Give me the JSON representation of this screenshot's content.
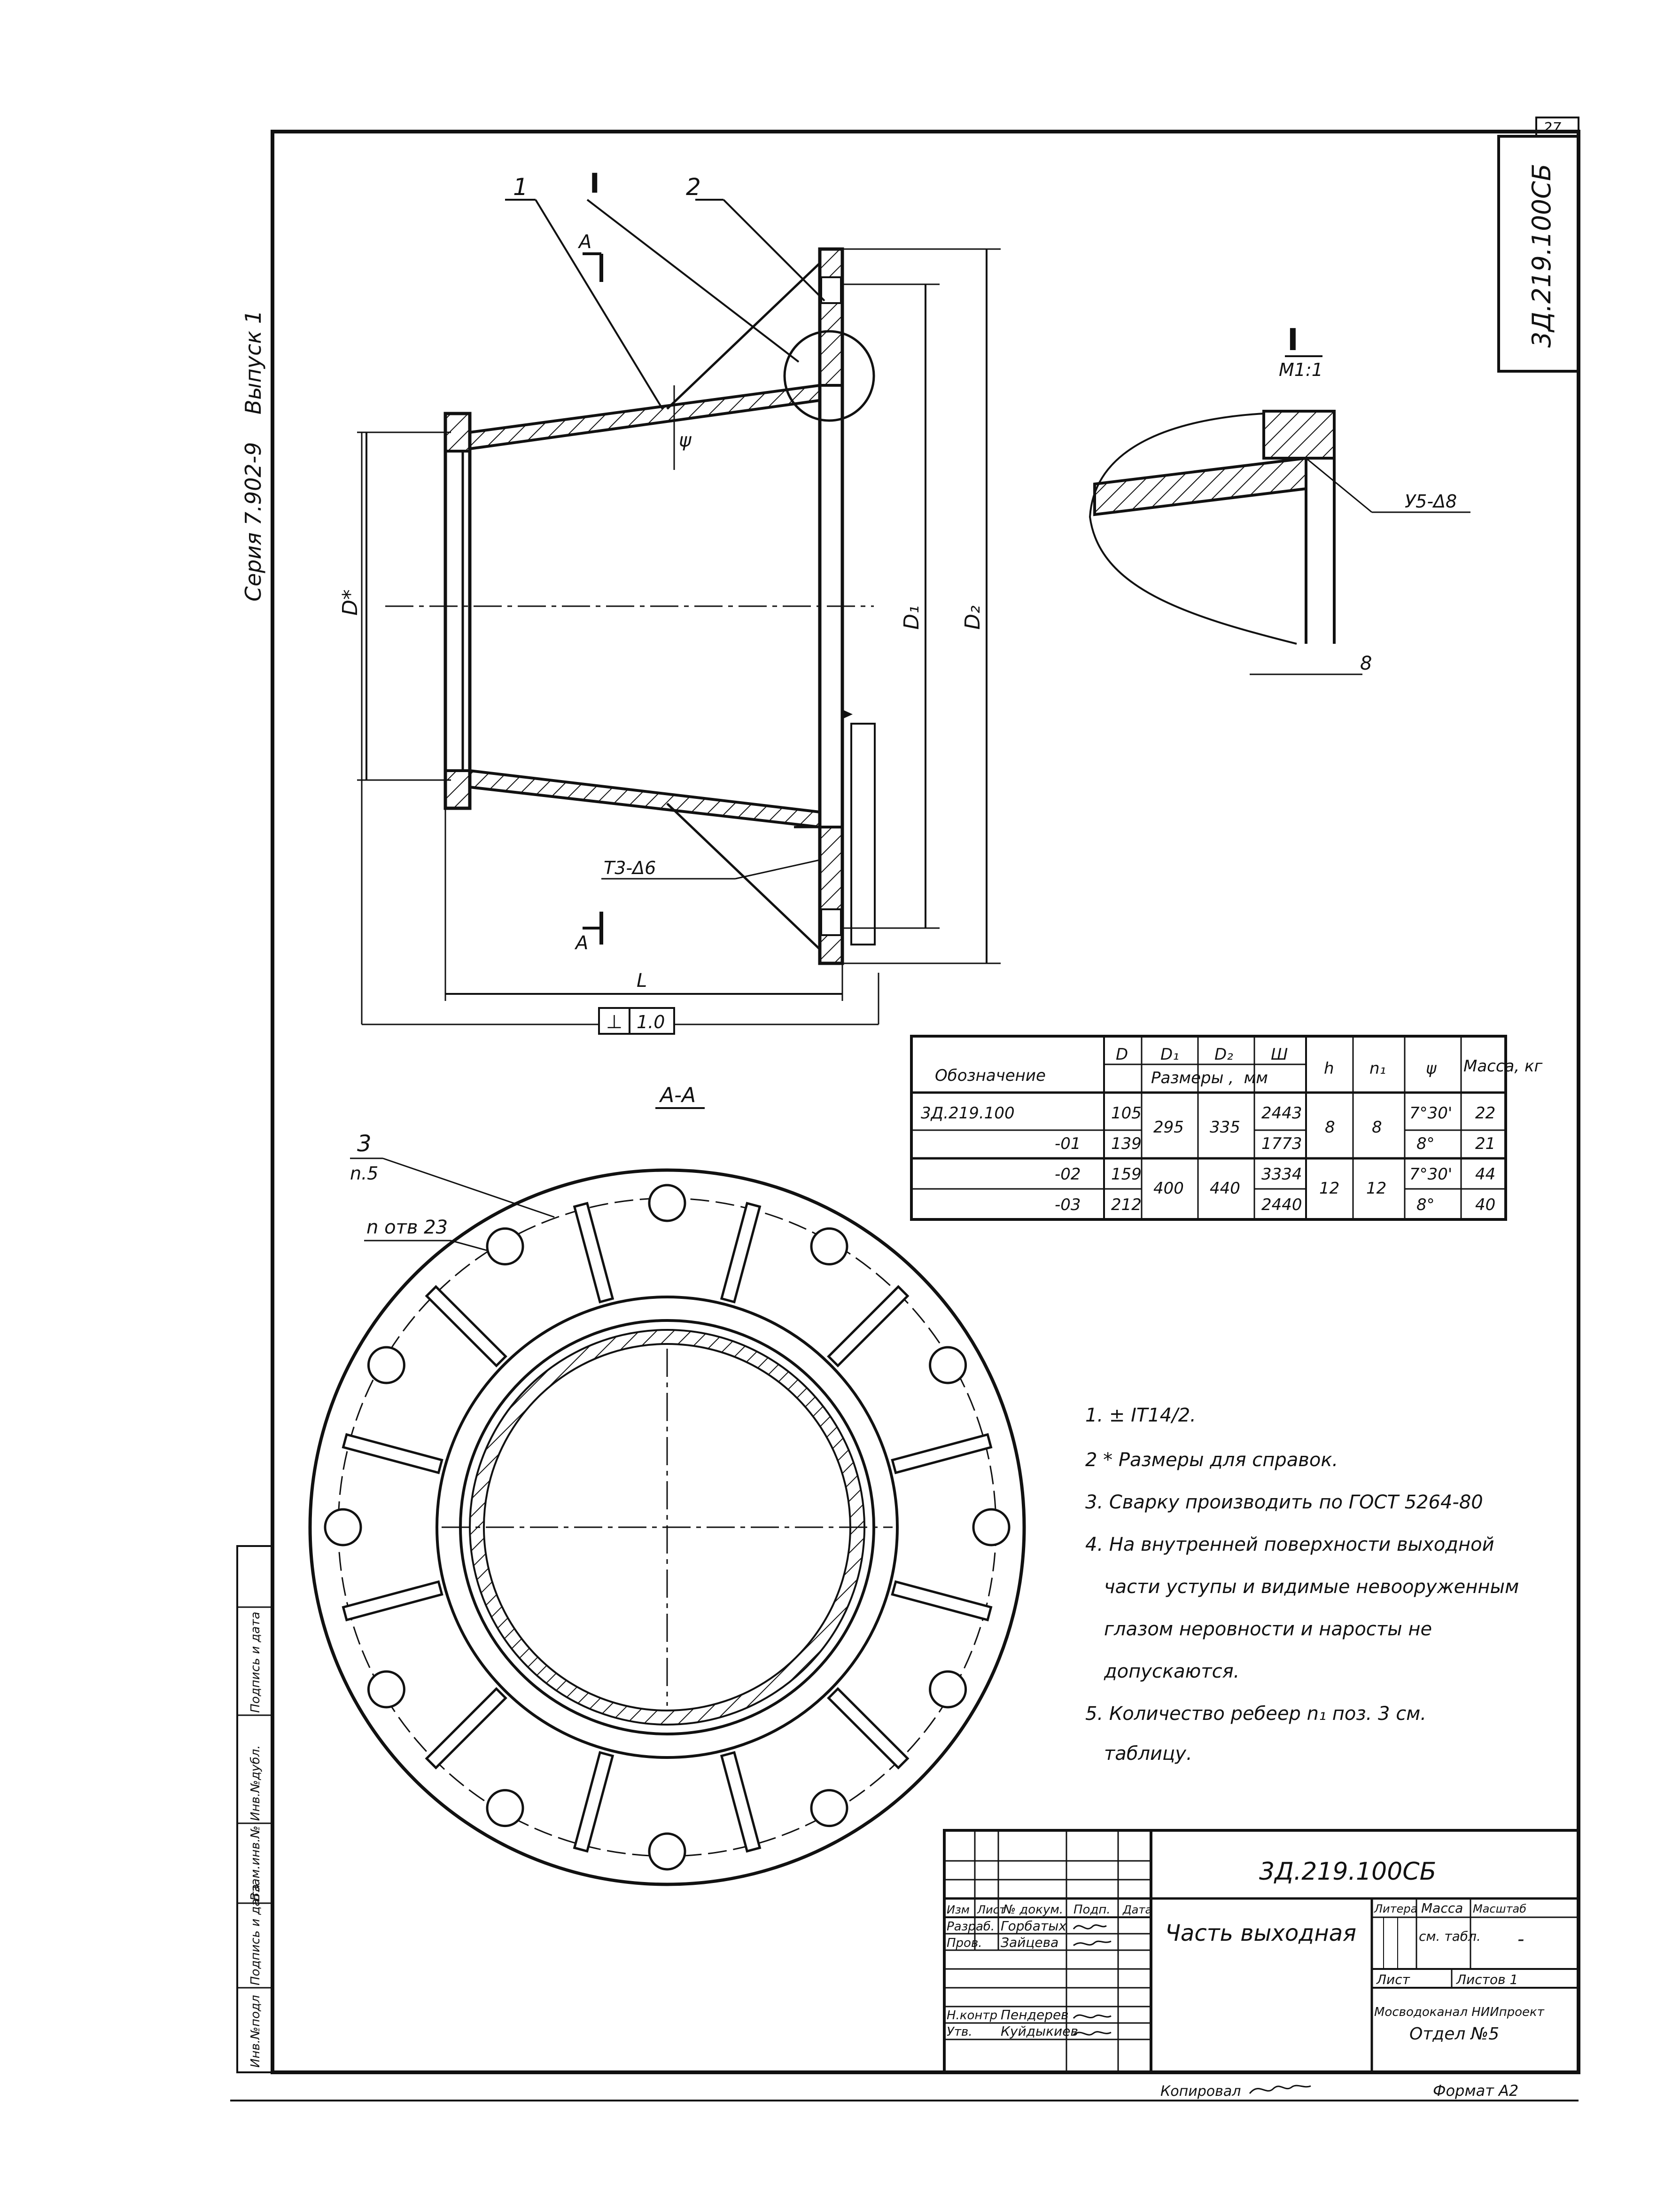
{
  "sheet": {
    "page_number": "27",
    "designation_rotated": "3Д.219.100СБ",
    "side_label": "Серия 7.902-9    Выпуск 1"
  },
  "main_view": {
    "callout_1": "1",
    "callout_I": "I",
    "callout_2": "2",
    "section_mark_top": "А",
    "section_mark_bottom": "А",
    "angle_label": "ψ",
    "dim_D": "D*",
    "dim_D1": "D₁",
    "dim_D2": "D₂",
    "dim_L": "L",
    "weld_label": "Т3-Δ6",
    "tolerance_symbol": "⊥",
    "tolerance_value": "1.0"
  },
  "detail_view": {
    "title": "I",
    "scale": "М1:1",
    "weld_label": "У5-Δ8",
    "dim_8": "8"
  },
  "section_view": {
    "title": "А-А",
    "callout_3": "3",
    "callout_3_sub": "n.5",
    "holes_label": "n отв 23"
  },
  "spec_table": {
    "h_designation": "Обозначение",
    "h_D": "D",
    "h_D1": "D₁",
    "h_D2": "D₂",
    "h_L": "Ш",
    "h_sizes": "Размеры ,  мм",
    "h_h": "h",
    "h_n": "n₁",
    "h_psi": "ψ",
    "h_mass": "Масса, кг",
    "rows": [
      {
        "designation": "3Д.219.100",
        "D": "105",
        "L": "2443",
        "psi": "7°30'",
        "mass": "22"
      },
      {
        "designation": "-01",
        "D": "139",
        "L": "1773",
        "psi": "8°",
        "mass": "21"
      },
      {
        "designation": "-02",
        "D": "159",
        "L": "3334",
        "psi": "7°30'",
        "mass": "44"
      },
      {
        "designation": "-03",
        "D": "212",
        "L": "2440",
        "psi": "8°",
        "mass": "40"
      }
    ],
    "group1": {
      "D1": "295",
      "D2": "335",
      "h": "8",
      "n": "8"
    },
    "group2": {
      "D1": "400",
      "D2": "440",
      "h": "12",
      "n": "12"
    }
  },
  "notes": {
    "n1": "1. ± IT14/2.",
    "n2": "2 * Размеры для справок.",
    "n3": "3. Сварку производить по ГОСТ 5264-80",
    "n4_1": "4. На внутренней поверхности выходной",
    "n4_2": "части уступы и видимые невооруженным",
    "n4_3": "глазом неровности и наросты не",
    "n4_4": "допускаются.",
    "n5_1": "5. Количество ребеер n₁ поз. 3 см.",
    "n5_2": "таблицу."
  },
  "title_block": {
    "designation": "3Д.219.100СБ",
    "title": "Часть выходная",
    "h_izm": "Изм",
    "h_list": "Лист",
    "h_doc": "№ докум.",
    "h_sign": "Подп.",
    "h_date": "Дата",
    "role_razrab": "Разраб.",
    "name_razrab": "Горбатых",
    "role_prov": "Пров.",
    "name_prov": "Зайцева",
    "role_nkontr": "Н.контр",
    "name_nkontr": "Пендерев",
    "role_utv": "Утв.",
    "name_utv": "Куйдыкиев",
    "lit_label": "Литера",
    "mass_label": "Масса",
    "scale_label": "Масштаб",
    "mass_value": "см. табл.",
    "scale_value": "-",
    "sheet_label": "Лист",
    "sheets_label": "Листов 1",
    "org_1": "Мосводоканал НИИпроект",
    "org_2": "Отдел №5",
    "copied": "Копировал",
    "format": "Формат А2"
  },
  "stamp_column": {
    "c1": "Инв.№подл",
    "c2": "Подпись и дата",
    "c3": "Взам.инв.№",
    "c4": "Инв.№дубл.",
    "c5": "Подпись и дата"
  }
}
